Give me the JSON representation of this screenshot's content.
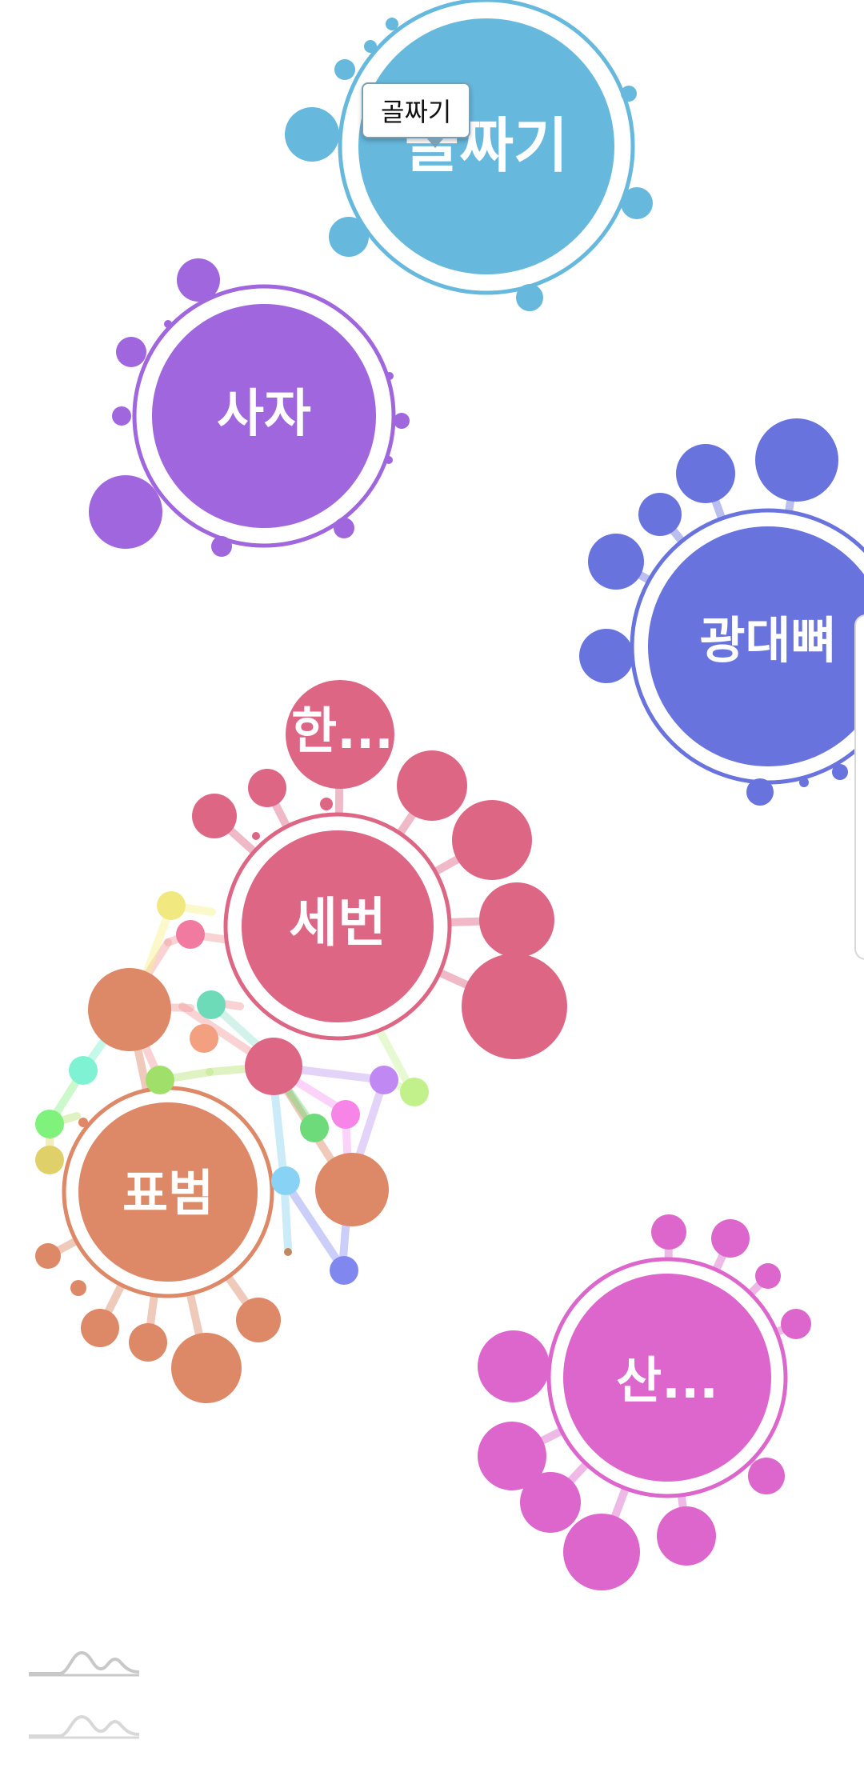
{
  "tooltip": {
    "text": "골짜기"
  },
  "nodes": [
    {
      "id": "golzzagi",
      "label": "골짜기",
      "color": "#66b8dd"
    },
    {
      "id": "saja",
      "label": "사자",
      "color": "#a066dd"
    },
    {
      "id": "gwangdae",
      "label": "광대뼈",
      "color": "#6973dd"
    },
    {
      "id": "han",
      "label": "한...",
      "color": "#dd6685"
    },
    {
      "id": "sebeon",
      "label": "세번",
      "color": "#dd6685"
    },
    {
      "id": "pyobeom",
      "label": "표범",
      "color": "#dd8866"
    },
    {
      "id": "san",
      "label": "산...",
      "color": "#dd66cc"
    }
  ],
  "icons": [
    "trend-icon",
    "trend-icon"
  ]
}
